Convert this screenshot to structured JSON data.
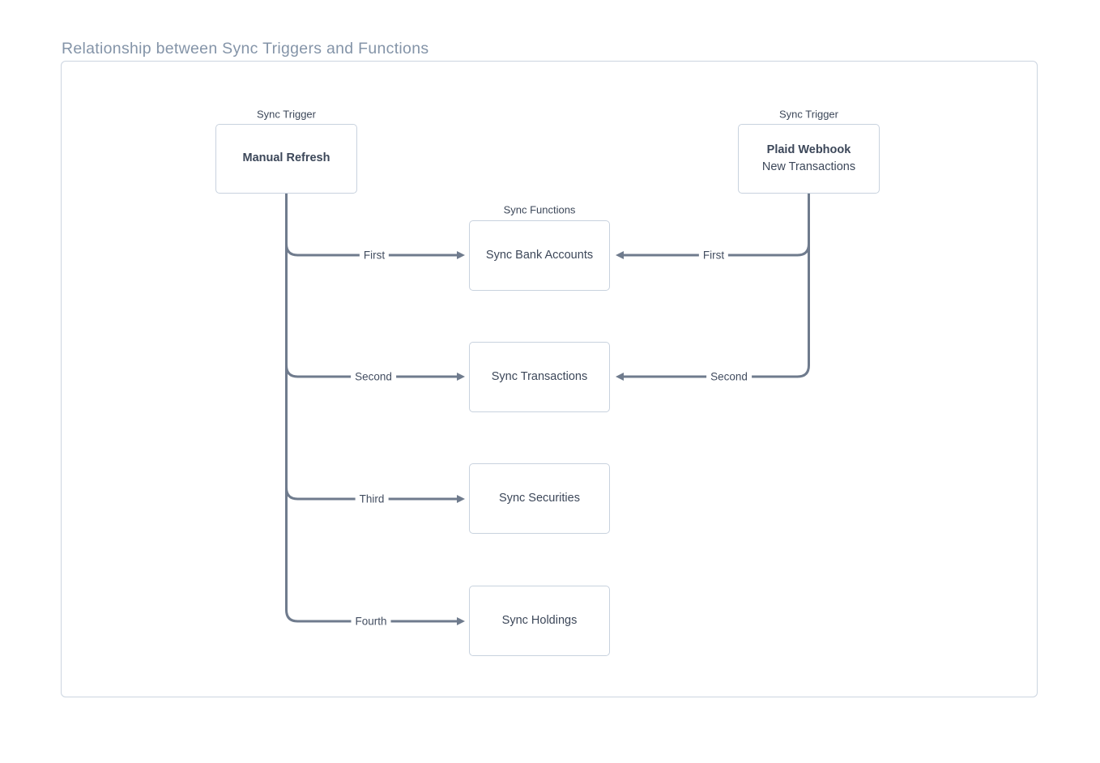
{
  "title": "Relationship between Sync Triggers and Functions",
  "colors": {
    "title-text": "#8494a8",
    "node-border": "#c8d2de",
    "node-text": "#3c4759",
    "frame-border": "#ccd5e0",
    "line": "#6f7b8d",
    "edge-label-text": "#424d60",
    "canvas-bg": "#ffffff"
  },
  "triggers": {
    "manual": {
      "group_label": "Sync Trigger",
      "name": "Manual Refresh"
    },
    "plaid": {
      "group_label": "Sync Trigger",
      "name": "Plaid Webhook",
      "subtitle": "New Transactions"
    }
  },
  "functions": {
    "group_label": "Sync Functions",
    "items": [
      "Sync Bank Accounts",
      "Sync Transactions",
      "Sync Securities",
      "Sync Holdings"
    ]
  },
  "edges": {
    "manual_refresh": [
      "First",
      "Second",
      "Third",
      "Fourth"
    ],
    "plaid_webhook": [
      "First",
      "Second"
    ]
  }
}
